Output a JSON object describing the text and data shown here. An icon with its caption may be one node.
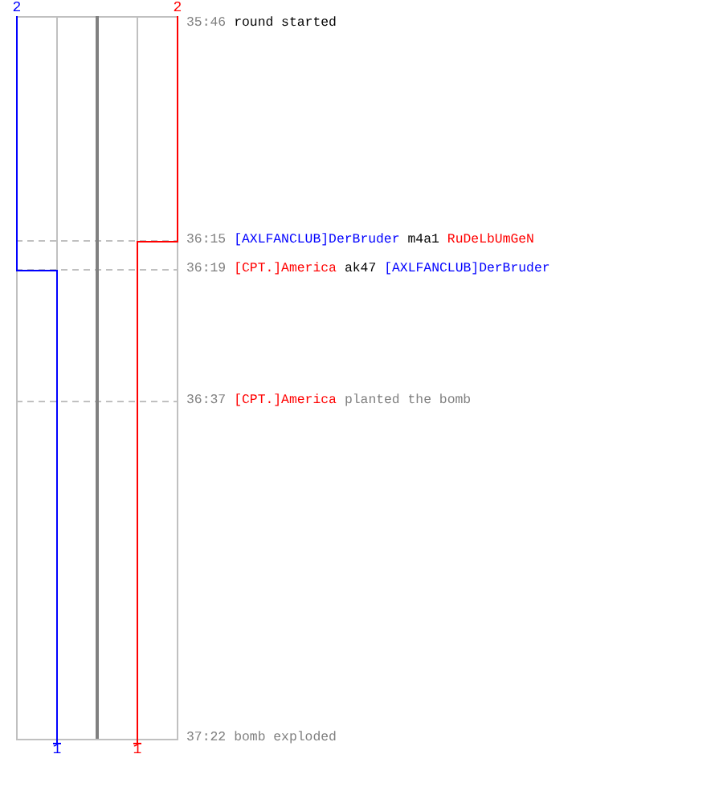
{
  "diagram": {
    "labels": [
      "2",
      "2",
      "35:46",
      "round started",
      "36:15",
      "[AXLFANCLUB]DerBruder",
      "m4a1",
      "RuDeLbUmGeN",
      "36:19",
      "[CPT.]America",
      "ak47",
      "[AXLFANCLUB]DerBruder",
      "36:37",
      "[CPT.]America",
      "planted the bomb",
      "37:22",
      "bomb exploded",
      "1",
      "1"
    ]
  }
}
